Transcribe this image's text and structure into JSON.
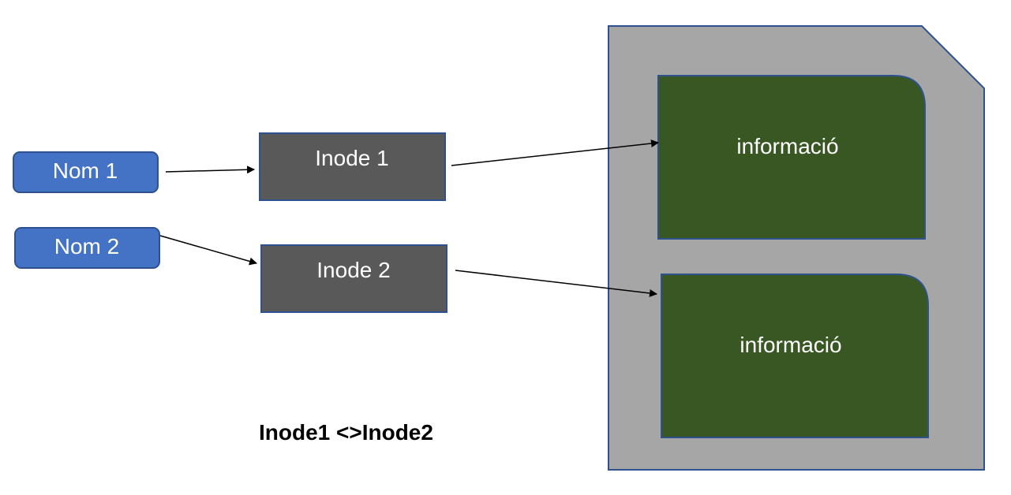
{
  "diagram": {
    "names": [
      {
        "label": "Nom 1"
      },
      {
        "label": "Nom 2"
      }
    ],
    "inodes": [
      {
        "label": "Inode 1"
      },
      {
        "label": "Inode 2"
      }
    ],
    "storage": {
      "blocks": [
        {
          "label": "informació"
        },
        {
          "label": "informació"
        }
      ]
    },
    "caption": "Inode1 <>Inode2"
  },
  "colors": {
    "name_fill": "#4472c4",
    "name_border": "#2f528f",
    "inode_fill": "#595959",
    "inode_border": "#2f528f",
    "storage_fill": "#a6a6a6",
    "storage_border": "#2f528f",
    "block_fill": "#385723",
    "block_border": "#2f528f",
    "arrow": "#000000"
  }
}
